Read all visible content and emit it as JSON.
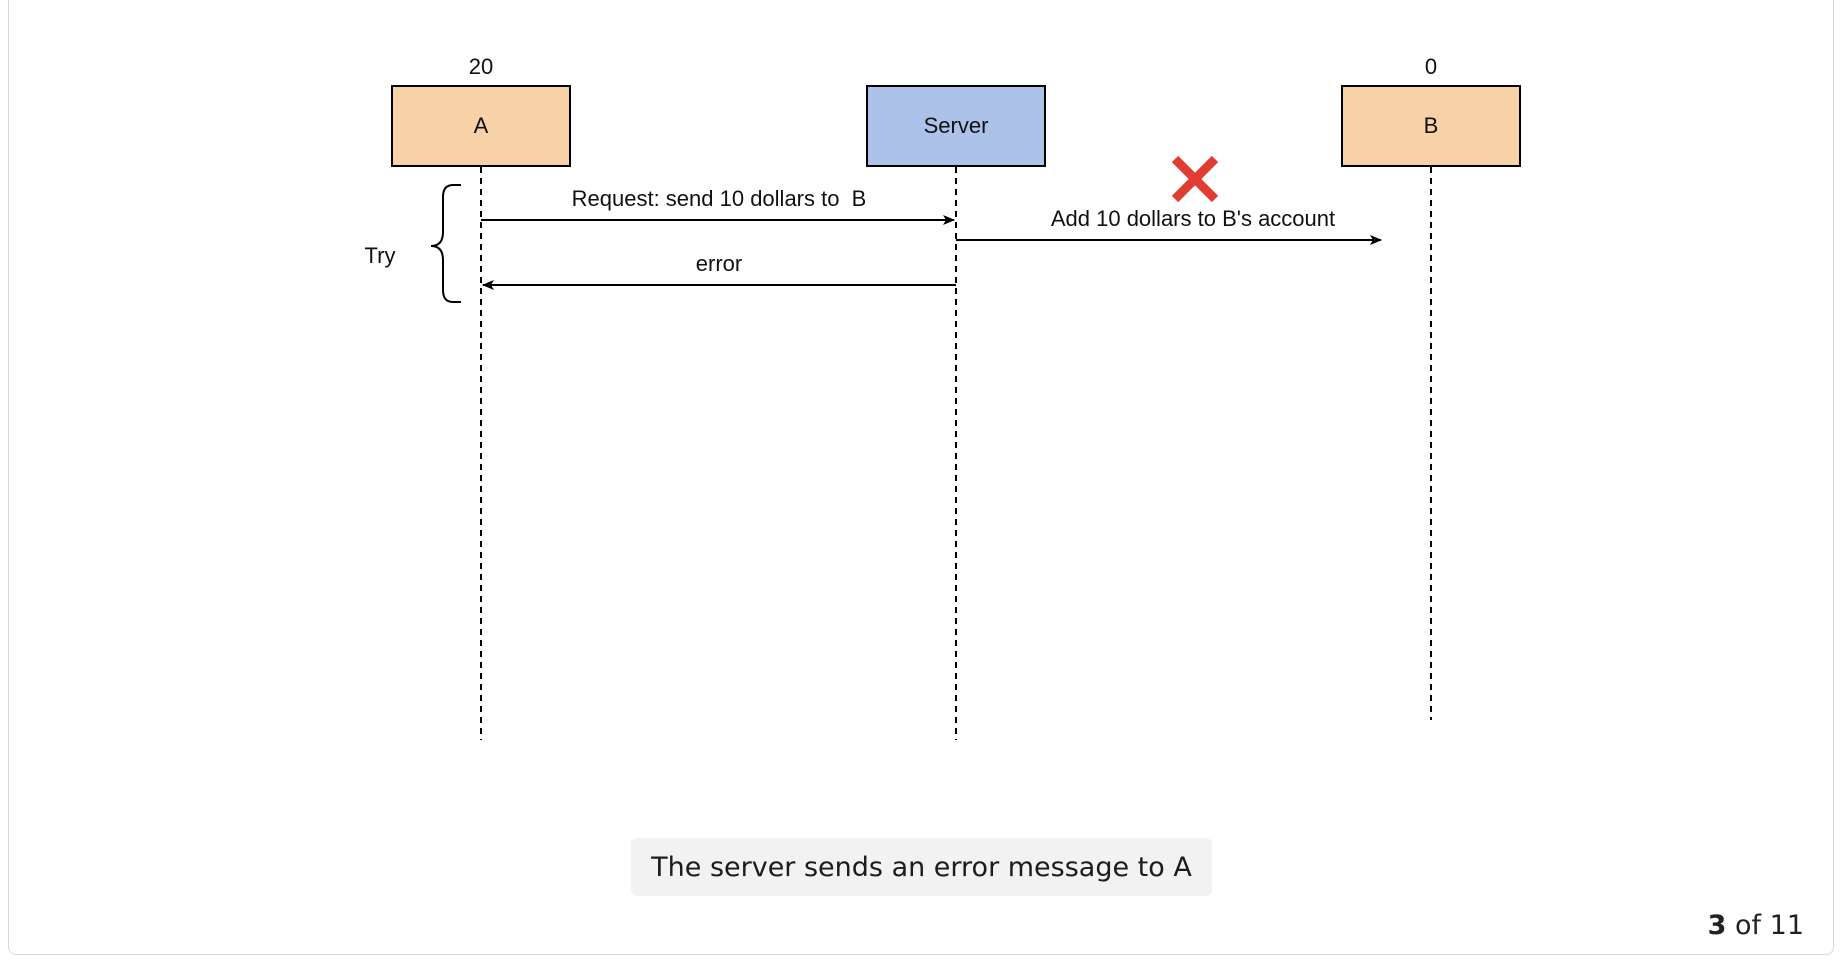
{
  "participants": [
    {
      "name": "A",
      "balance": "20",
      "color": "#f8d2a7"
    },
    {
      "name": "Server",
      "balance": "",
      "color": "#adc2e9"
    },
    {
      "name": "B",
      "balance": "0",
      "color": "#f8d2a7"
    }
  ],
  "messages": [
    {
      "label": "Request: send 10 dollars to  B",
      "from": "A",
      "to": "Server"
    },
    {
      "label": "Add 10 dollars to B's account",
      "from": "Server",
      "to": "B",
      "failed": true
    },
    {
      "label": "error",
      "from": "Server",
      "to": "A"
    }
  ],
  "bracket_label": "Try",
  "failure_mark_color": "#e03c31",
  "caption": "The server sends an error message to A",
  "pager": {
    "current": "3",
    "separator": "of",
    "total": "11"
  }
}
